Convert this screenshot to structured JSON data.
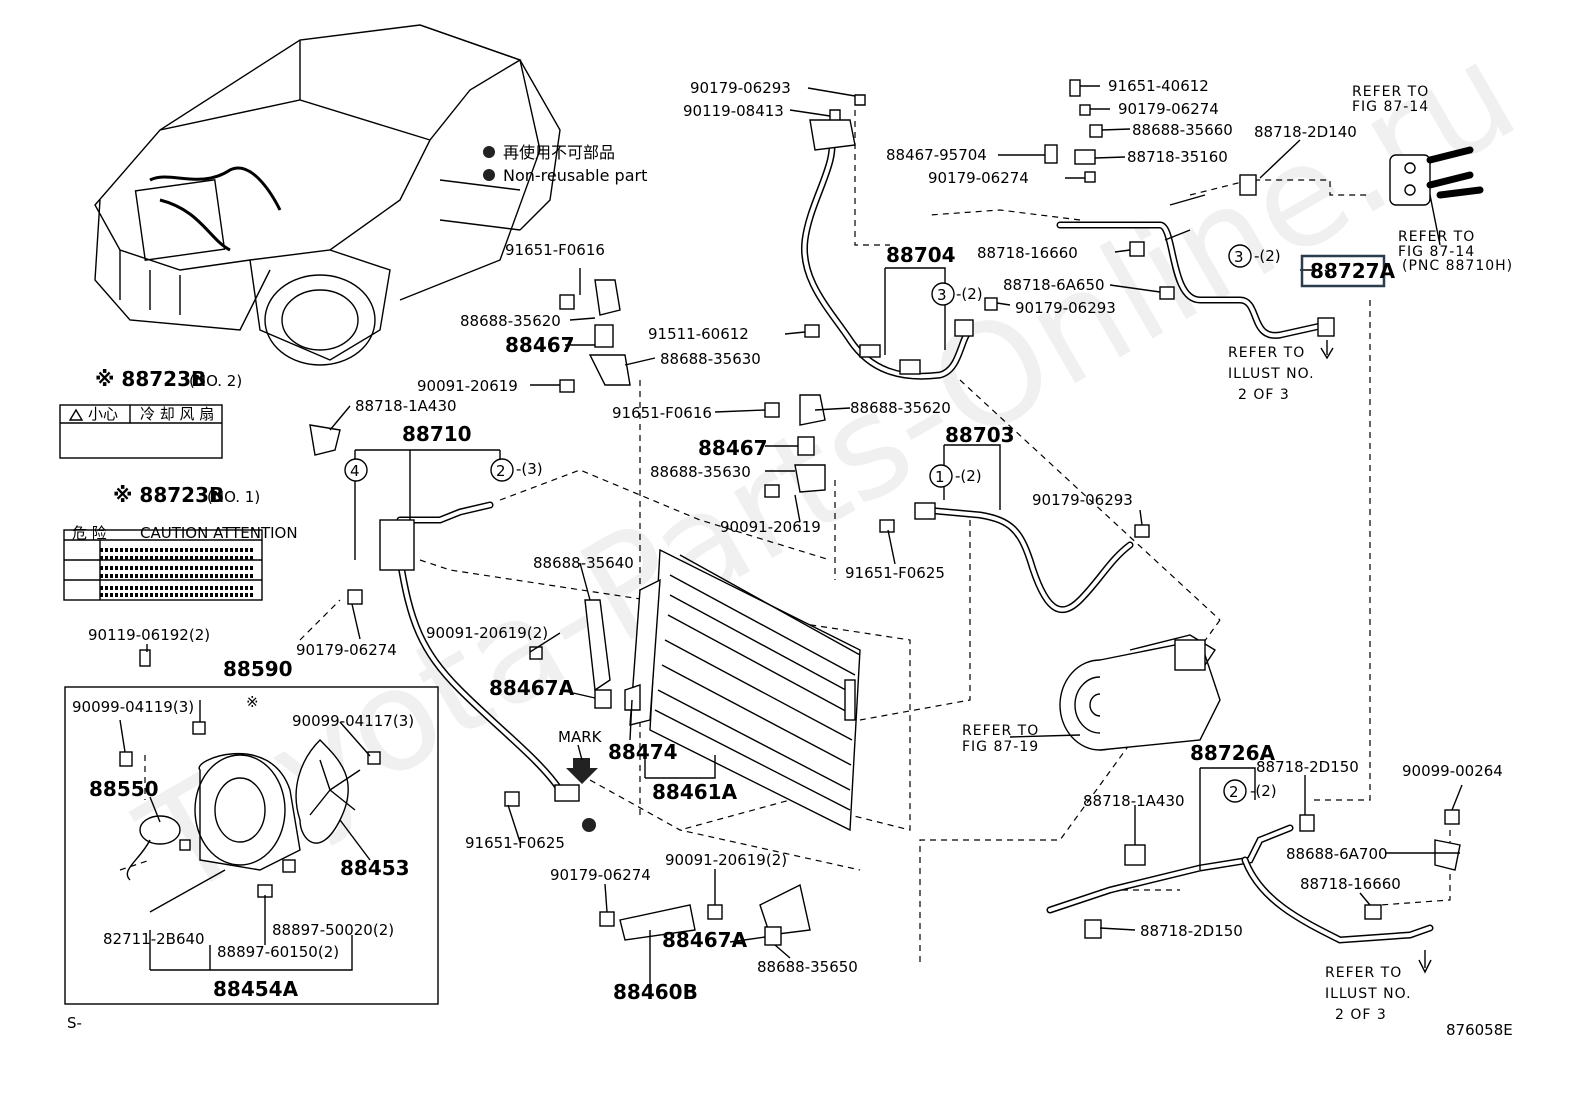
{
  "legend": {
    "line1": "再使用不可部品",
    "line2": "Non-reusable part"
  },
  "watermark": "Toyota-Parts-Online.ru",
  "diagram_id": "876058E",
  "corner_mark": "S-",
  "highlight_label": "88727A",
  "labels": {
    "l1": "90179-06293",
    "l2": "90119-08413",
    "l3": "91651-40612",
    "l4": "90179-06274",
    "l5": "88688-35660",
    "l6": "88467-95704",
    "l7": "88718-35160",
    "l8": "90179-06274",
    "l9": "88718-2D140",
    "l10": "REFER TO",
    "l11": "FIG 87-14",
    "l12": "REFER TO",
    "l13": "FIG 87-14",
    "l14": "(PNC 88710H)",
    "l15": "88704",
    "l16": "88718-16660",
    "l17": "88718-6A650",
    "l18": "90179-06293",
    "l19": "-(2)",
    "l20": "-(2)",
    "l21": "REFER TO",
    "l22": "ILLUST NO.",
    "l23": "2 OF 3",
    "l24": "91651-F0616",
    "l25": "88688-35620",
    "l26": "88467",
    "l27": "88688-35630",
    "l28": "91511-60612",
    "l29": "90091-20619",
    "l30": "88718-1A430",
    "l31": "91651-F0616",
    "l32": "88688-35620",
    "l33": "88467",
    "l34": "88688-35630",
    "l35": "88710",
    "l36": "-(3)",
    "l37": "88703",
    "l38": "-(2)",
    "l39": "90091-20619",
    "l40": "90179-06293",
    "l41": "91651-F0625",
    "l42": "88688-35640",
    "l43": "90091-20619(2)",
    "l44": "90179-06274",
    "l45": "90119-06192(2)",
    "l46": "88590",
    "l47": "88467A",
    "l48": "88474",
    "l49": "88461A",
    "l50": "MARK",
    "l51": "REFER TO",
    "l52": "FIG 87-19",
    "l53": "88726A",
    "l54": "88718-2D150",
    "l55": "90099-00264",
    "l56": "-(2)",
    "l57": "88718-1A430",
    "l58": "88688-6A700",
    "l59": "88718-16660",
    "l60": "88718-2D150",
    "l61": "REFER TO",
    "l62": "ILLUST NO.",
    "l63": "2 OF 3",
    "l64": "90099-04119(3)",
    "l65": "90099-04117(3)",
    "l66": "88550",
    "l67": "88453",
    "l68": "82711-2B640",
    "l69": "88897-60150(2)",
    "l70": "88897-50020(2)",
    "l71": "88454A",
    "l72": "91651-F0625",
    "l73": "90179-06274",
    "l74": "90091-20619(2)",
    "l75": "88467A",
    "l76": "88688-35650",
    "l77": "88460B",
    "l78": "※ 88723B",
    "l79": "(NO. 2)",
    "l80": "※ 88723B",
    "l81": "(NO. 1)",
    "l82": "※",
    "c1": "3",
    "c2": "3",
    "c3": "4",
    "c4": "2",
    "c5": "1",
    "c6": "2"
  },
  "caution_label_no2": {
    "title_left": "小心",
    "title_right": "冷 却 风 扇"
  },
  "caution_label_no1": {
    "header_left": "危 险",
    "header_right": "CAUTION  ATTENTION"
  }
}
